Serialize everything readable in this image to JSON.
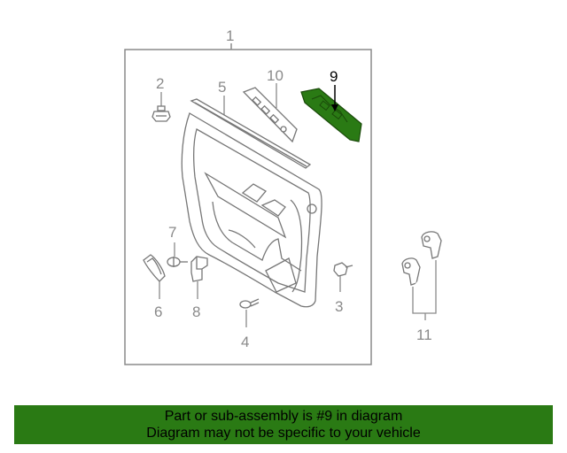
{
  "callouts": {
    "c1": "1",
    "c2": "2",
    "c3": "3",
    "c4": "4",
    "c5": "5",
    "c6": "6",
    "c7": "7",
    "c8": "8",
    "c9": "9",
    "c10": "10",
    "c11": "11"
  },
  "highlight_part": "9",
  "colors": {
    "highlight": "#2a7a14",
    "line": "#8a8a8a",
    "banner": "#2a7a14"
  },
  "banner": {
    "line1": "Part or sub-assembly is #9 in diagram",
    "line2": "Diagram may not be specific to your vehicle"
  }
}
